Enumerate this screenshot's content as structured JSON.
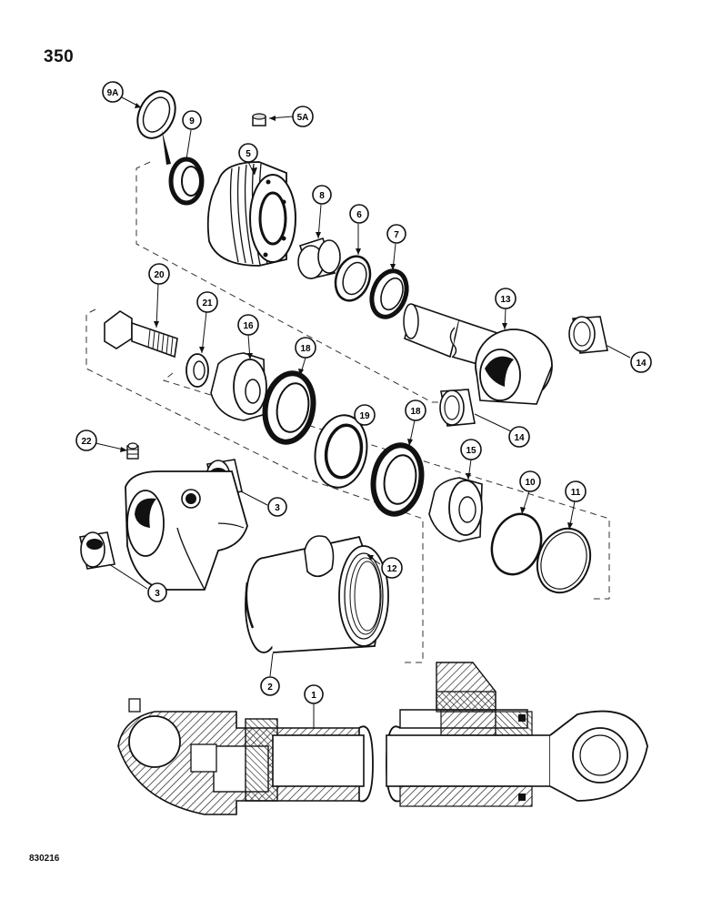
{
  "page": {
    "number": "350",
    "ref_code": "830216"
  },
  "callouts": [
    {
      "id": "c-9a",
      "label": "9A"
    },
    {
      "id": "c-9",
      "label": "9"
    },
    {
      "id": "c-5a",
      "label": "5A"
    },
    {
      "id": "c-5",
      "label": "5"
    },
    {
      "id": "c-8",
      "label": "8"
    },
    {
      "id": "c-6",
      "label": "6"
    },
    {
      "id": "c-7",
      "label": "7"
    },
    {
      "id": "c-13",
      "label": "13"
    },
    {
      "id": "c-14a",
      "label": "14"
    },
    {
      "id": "c-14b",
      "label": "14"
    },
    {
      "id": "c-20",
      "label": "20"
    },
    {
      "id": "c-21",
      "label": "21"
    },
    {
      "id": "c-16",
      "label": "16"
    },
    {
      "id": "c-18a",
      "label": "18"
    },
    {
      "id": "c-19",
      "label": "19"
    },
    {
      "id": "c-18b",
      "label": "18"
    },
    {
      "id": "c-15",
      "label": "15"
    },
    {
      "id": "c-10",
      "label": "10"
    },
    {
      "id": "c-11",
      "label": "11"
    },
    {
      "id": "c-22",
      "label": "22"
    },
    {
      "id": "c-3a",
      "label": "3"
    },
    {
      "id": "c-3b",
      "label": "3"
    },
    {
      "id": "c-12",
      "label": "12"
    },
    {
      "id": "c-2",
      "label": "2"
    },
    {
      "id": "c-1",
      "label": "1"
    }
  ]
}
